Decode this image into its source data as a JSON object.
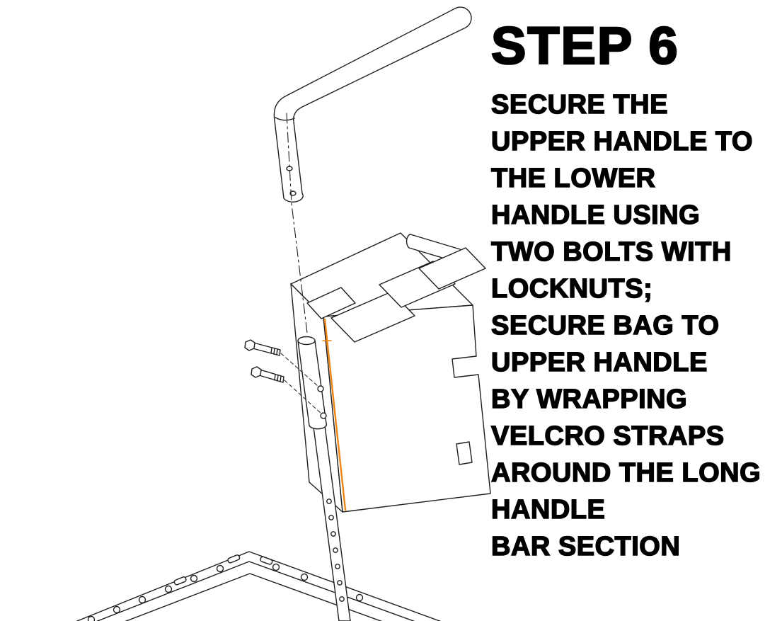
{
  "step_title": "STEP 6",
  "instructions": {
    "lines": [
      "SECURE THE",
      "UPPER HANDLE TO",
      "THE LOWER",
      "HANDLE USING",
      "TWO BOLTS WITH",
      "LOCKNUTS;",
      "SECURE BAG TO",
      "UPPER HANDLE",
      "BY WRAPPING",
      "VELCRO STRAPS",
      "AROUND THE LONG",
      "HANDLE",
      "BAR SECTION"
    ]
  },
  "drawing": {
    "alt": "exploded-isometric-view-of-handle-bolts-bag-and-hopper-frame",
    "line_color": "#1f1f1f",
    "accent_color": "#ef8517",
    "background": "#ffffff"
  }
}
